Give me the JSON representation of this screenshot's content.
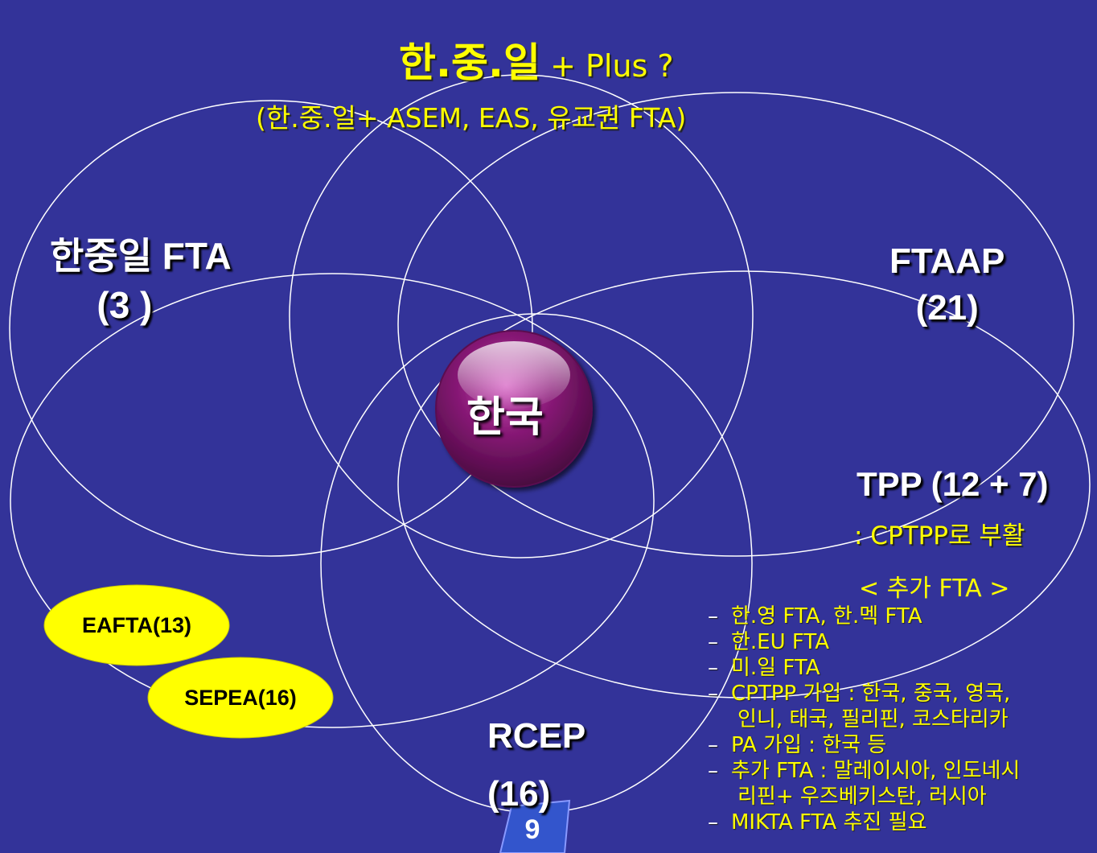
{
  "top_title": {
    "main": "한.중.일",
    "suffix": " + Plus ?"
  },
  "top_subtitle": "(한.중.일+ ASEM, EAS, 유교권 FTA)",
  "groups": {
    "cjk": {
      "name": "한중일 FTA",
      "count": "(3 )"
    },
    "ftaap": {
      "name": "FTAAP",
      "count": "(21)"
    },
    "tpp": {
      "name": "TPP (12 + 7)",
      "note": ": CPTPP로 부활"
    },
    "rcep": {
      "name": "RCEP",
      "count": "(16)"
    }
  },
  "center": "한국",
  "badges": {
    "eafta": "EAFTA(13)",
    "sepea": "SEPEA(16)"
  },
  "additional_fta": {
    "heading": "< 추가 FTA >",
    "items": [
      "한.영 FTA, 한.멕 FTA",
      "한.EU FTA",
      "미.일 FTA",
      "CPTPP 가입 : 한국, 중국, 영국,",
      "인니, 태국, 필리핀, 코스타리카",
      "PA 가입 : 한국 등",
      "추가 FTA : 말레이시아, 인도네시",
      "리핀+ 우즈베키스탄, 러시아",
      "MIKTA  FTA  추진 필요"
    ]
  },
  "page_number": "9",
  "colors": {
    "background": "#333399",
    "ellipse_stroke": "#ffffff",
    "badge_fill": "#ffff00",
    "center_sphere": "#7a1466",
    "label_yellow": "#ffff00"
  }
}
